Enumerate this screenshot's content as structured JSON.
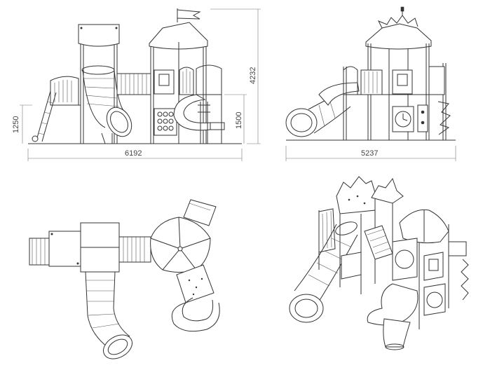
{
  "drawing": {
    "views": [
      "front-elevation",
      "side-elevation",
      "plan",
      "isometric"
    ]
  },
  "dimensions": {
    "front_total_width": "6192",
    "front_left_height": "1250",
    "front_platform_height": "1500",
    "front_total_height": "4232",
    "side_total_width": "5237"
  },
  "colors": {
    "line": "#333333",
    "dimension": "#777777",
    "background": "#ffffff"
  }
}
